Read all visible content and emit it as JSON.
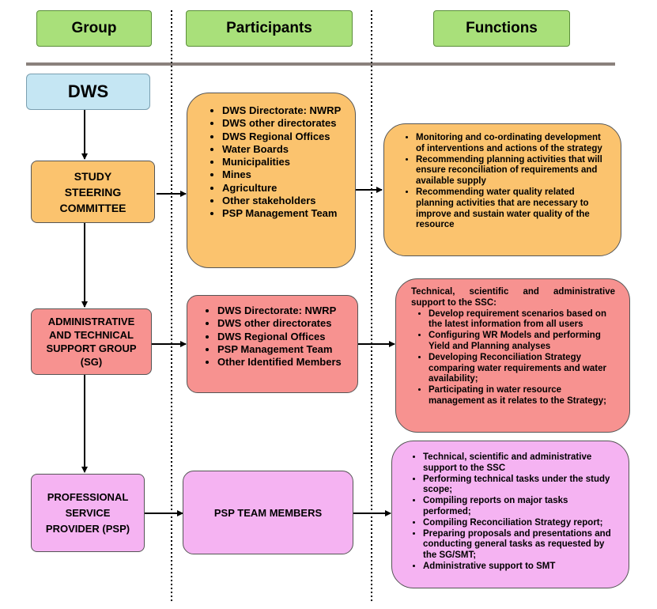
{
  "columns": {
    "group": "Group",
    "participants": "Participants",
    "functions": "Functions"
  },
  "groups": {
    "dws": "DWS",
    "ssc": "STUDY STEERING COMMITTEE",
    "sg": "ADMINISTRATIVE AND TECHNICAL SUPPORT GROUP (SG)",
    "psp": "PROFESSIONAL SERVICE PROVIDER (PSP)"
  },
  "participants": {
    "ssc": [
      "DWS Directorate: NWRP",
      "DWS other directorates",
      "DWS Regional Offices",
      "Water Boards",
      "Municipalities",
      "Mines",
      "Agriculture",
      "Other stakeholders",
      "PSP Management Team"
    ],
    "sg": [
      "DWS Directorate: NWRP",
      "DWS other directorates",
      "DWS Regional Offices",
      "PSP Management Team",
      "Other Identified Members"
    ],
    "psp": "PSP TEAM MEMBERS"
  },
  "functions": {
    "ssc": [
      "Monitoring and co-ordinating development  of interventions and actions of the strategy",
      "Recommending planning  activities that will ensure reconciliation  of requirements and available supply",
      " Recommending water quality related planning activities that are necessary to improve and sustain water quality of the resource"
    ],
    "sg_intro": "Technical,  scientific  and  administrative support to the SSC:",
    "sg": [
      "Develop  requirement scenarios based on the latest information from all  users",
      "Configuring  WR Models and performing Yield and Planning analyses",
      " Developing Reconciliation Strategy comparing water requirements and water availability;",
      " Participating in water resource management as it relates to the Strategy;"
    ],
    "psp": [
      "Technical, scientific and administrative support to the SSC",
      "Performing  technical tasks under the study scope;",
      "Compiling reports on major tasks performed;",
      "Compiling Reconciliation Strategy report;",
      "Preparing proposals and presentations and conducting general tasks as requested by the SG/SMT;",
      "Administrative support to SMT"
    ]
  },
  "colors": {
    "header": "#a9e07a",
    "dws": "#c5e6f3",
    "orange": "#fbc36e",
    "red": "#f79290",
    "pink": "#f5b3f2"
  }
}
